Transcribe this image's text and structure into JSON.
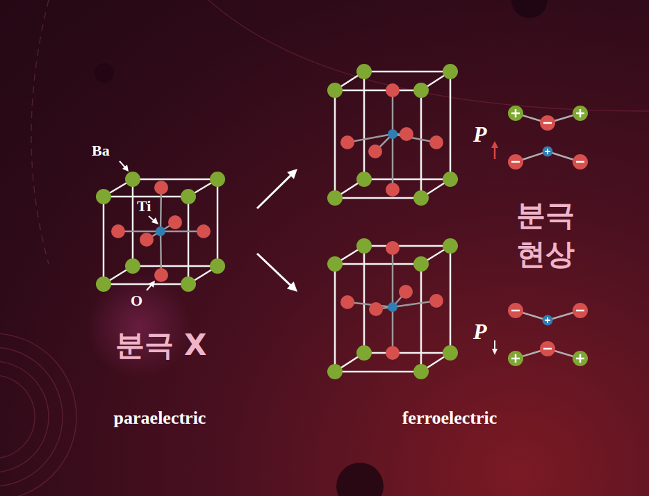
{
  "diagram": {
    "nodes": [
      {
        "text": [
          "분극 X"
        ]
      },
      {
        "text": [
          "P"
        ]
      },
      {
        "text": [
          "P"
        ]
      }
    ],
    "edges": [
      {
        "from": 0,
        "to": 1,
        "arrow": "to"
      },
      {
        "from": 0,
        "to": 2,
        "arrow": "to"
      }
    ],
    "labels": [
      "Ba",
      "Ti",
      "O",
      "분극 현상",
      "paraelectric",
      "ferroelectric"
    ]
  }
}
